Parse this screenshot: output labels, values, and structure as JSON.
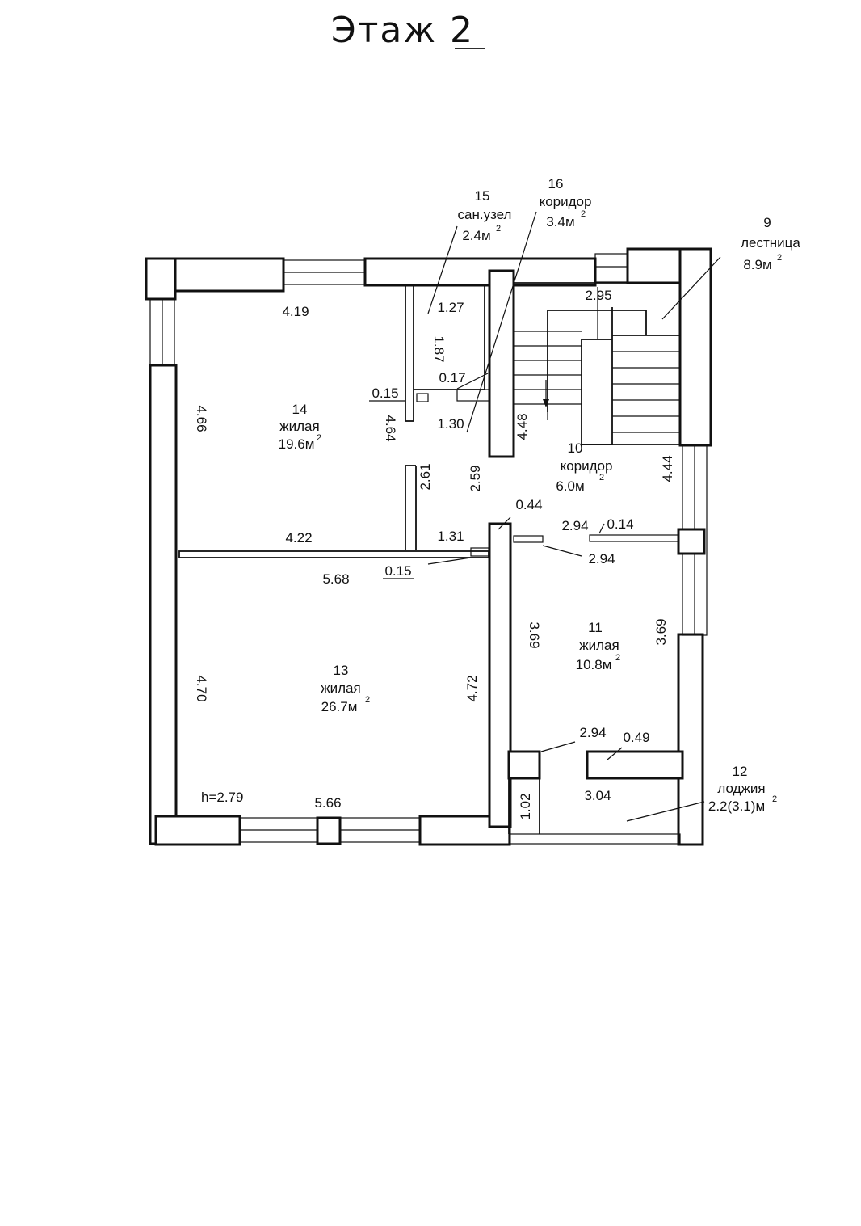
{
  "title": "Этаж 2",
  "rooms": [
    {
      "num": "14",
      "name": "жилая",
      "area": "19.6м",
      "sup": "2"
    },
    {
      "num": "13",
      "name": "жилая",
      "area": "26.7м",
      "sup": "2"
    },
    {
      "num": "15",
      "name": "сан.узел",
      "area": "2.4м",
      "sup": "2"
    },
    {
      "num": "16",
      "name": "коридор",
      "area": "3.4м",
      "sup": "2"
    },
    {
      "num": "9",
      "name": "лестница",
      "area": "8.9м",
      "sup": "2"
    },
    {
      "num": "10",
      "name": "коридор",
      "area": "6.0м",
      "sup": "2"
    },
    {
      "num": "11",
      "name": "жилая",
      "area": "10.8м",
      "sup": "2"
    },
    {
      "num": "12",
      "name": "лоджия",
      "area": "2.2(3.1)м",
      "sup": "2"
    }
  ],
  "dimensions": [
    "4.19",
    "4.66",
    "4.22",
    "4.64",
    "0.15",
    "2.61",
    "1.27",
    "1.87",
    "0.17",
    "1.30",
    "2.59",
    "1.31",
    "0.44",
    "4.48",
    "2.95",
    "4.44",
    "2.94",
    "0.14",
    "2.94",
    "5.68",
    "0.15",
    "4.70",
    "4.72",
    "3.69",
    "3.69",
    "2.94",
    "0.49",
    "5.66",
    "1.02",
    "3.04"
  ],
  "height_label": "h=2.79"
}
